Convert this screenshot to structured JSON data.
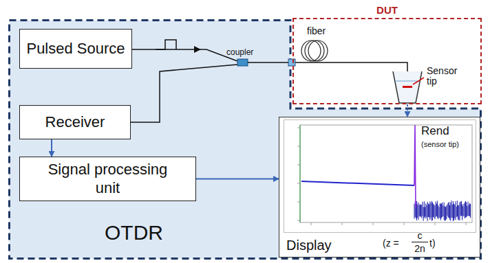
{
  "diagram": {
    "nodes": [
      {
        "text": [
          "OTDR"
        ]
      },
      {
        "text": [
          "Pulsed Source"
        ],
        "in": 0
      },
      {
        "text": [
          "Receiver"
        ],
        "in": 0
      },
      {
        "text": [
          "Signal processing unit"
        ],
        "in": 0
      },
      {
        "text": [
          "Display"
        ],
        "in": 0
      },
      {
        "text": [
          "DUT"
        ]
      }
    ],
    "edges": [
      {
        "from": 2,
        "to": 3,
        "arrow": "to"
      },
      {
        "from": 3,
        "to": 4,
        "arrow": "to"
      },
      {
        "from": 5,
        "to": 4,
        "arrow": "to"
      }
    ],
    "labels": [
      "coupler",
      "fiber",
      "Sensor tip",
      "Rend",
      "(sensor tip)",
      "(z =",
      "c",
      "2n",
      "t)"
    ]
  }
}
